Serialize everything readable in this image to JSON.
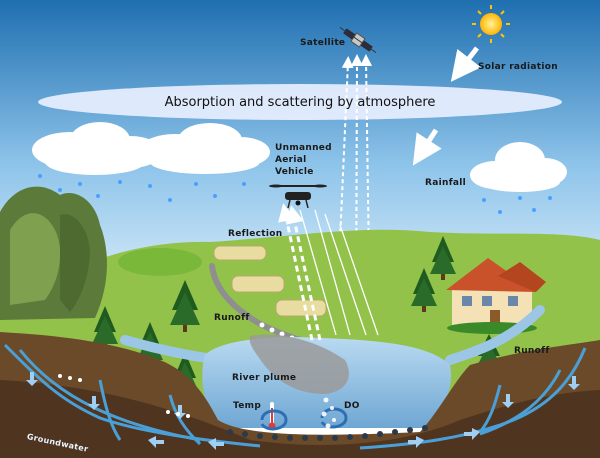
{
  "labels": {
    "satellite": "Satellite",
    "solar_radiation": "Solar radiation",
    "atmosphere": "Absorption and scattering by atmosphere",
    "uav_line1": "Unmanned",
    "uav_line2": "Aerial",
    "uav_line3": "Vehicle",
    "rainfall": "Rainfall",
    "reflection": "Reflection",
    "runoff_left": "Runoff",
    "runoff_right": "Runoff",
    "river_plume": "River plume",
    "temp": "Temp",
    "do": "DO",
    "groundwater": "Groundwater"
  },
  "colors": {
    "sky_top": "#1f6fb0",
    "sky_bottom": "#dceefa",
    "atmosphere": "#e9efff",
    "hill": "#93c24a",
    "river": "#9cc6e6",
    "plume": "#9a9a9a",
    "soil": "#6b4a2a",
    "groundwater": "#4aa0d6",
    "sun": "#ffcc22"
  }
}
